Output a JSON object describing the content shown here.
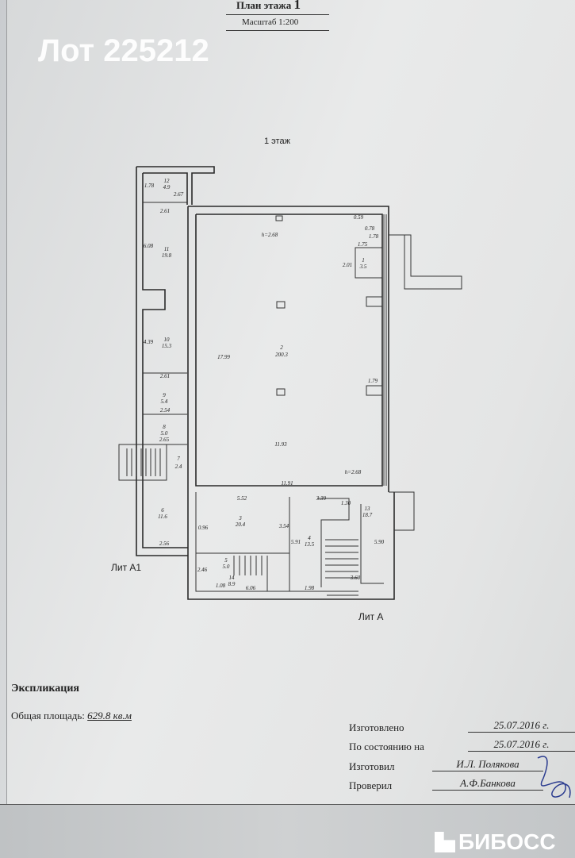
{
  "header": {
    "title": "План этажа",
    "floor_number": "1",
    "scale": "Масштаб 1:200"
  },
  "watermark": "Лот 225212",
  "plan": {
    "floor_label": "1 этаж",
    "lit_a1": "Лит А1",
    "lit_a": "Лит А",
    "rooms": [
      {
        "num": "12",
        "area": "4.9"
      },
      {
        "num": "11",
        "area": "19.8"
      },
      {
        "num": "10",
        "area": "15.3"
      },
      {
        "num": "9",
        "area": "5.4"
      },
      {
        "num": "8",
        "area": "5.0"
      },
      {
        "num": "7",
        "area": "2.4"
      },
      {
        "num": "6",
        "area": "11.6"
      },
      {
        "num": "2",
        "area": "200.3"
      },
      {
        "num": "1",
        "area": "3.5"
      },
      {
        "num": "3",
        "area": "20.4"
      },
      {
        "num": "4",
        "area": "13.5"
      },
      {
        "num": "13",
        "area": "18.7"
      },
      {
        "num": "5",
        "area": "5.0"
      },
      {
        "num": "14",
        "area": "8.9"
      }
    ],
    "dims": {
      "d1": "1.78",
      "d2": "2.67",
      "d3": "2.61",
      "d4": "6.08",
      "d5": "4.39",
      "d6": "2.61",
      "d7": "2.54",
      "d8": "2.65",
      "d9": "h=2.68",
      "d10": "17.99",
      "d11": "0.59",
      "d12": "0.78",
      "d13": "1.78",
      "d14": "1.75",
      "d15": "2.01",
      "d16": "1.79",
      "d17": "11.93",
      "d18": "h=2.68",
      "d19": "11.91",
      "d20": "5.52",
      "d21": "3.39",
      "d22": "1.30",
      "d23": "3.54",
      "d24": "5.91",
      "d25": "5.90",
      "d26": "0.96",
      "d27": "2.56",
      "d28": "2.46",
      "d29": "1.08",
      "d30": "6.06",
      "d31": "1.98",
      "d32": "3.60"
    }
  },
  "explication": {
    "heading": "Экспликация",
    "total_area_label": "Общая площадь:",
    "total_area_value": "629.8 кв.м",
    "made_label": "Изготовлено",
    "made_value": "25.07.2016 г.",
    "state_label": "По состоянию на",
    "state_value": "25.07.2016 г.",
    "author_label": "Изготовил",
    "author_value": "И.Л. Полякова",
    "checker_label": "Проверил",
    "checker_value": "А.Ф.Банкова"
  },
  "logo": "БИБОСС"
}
